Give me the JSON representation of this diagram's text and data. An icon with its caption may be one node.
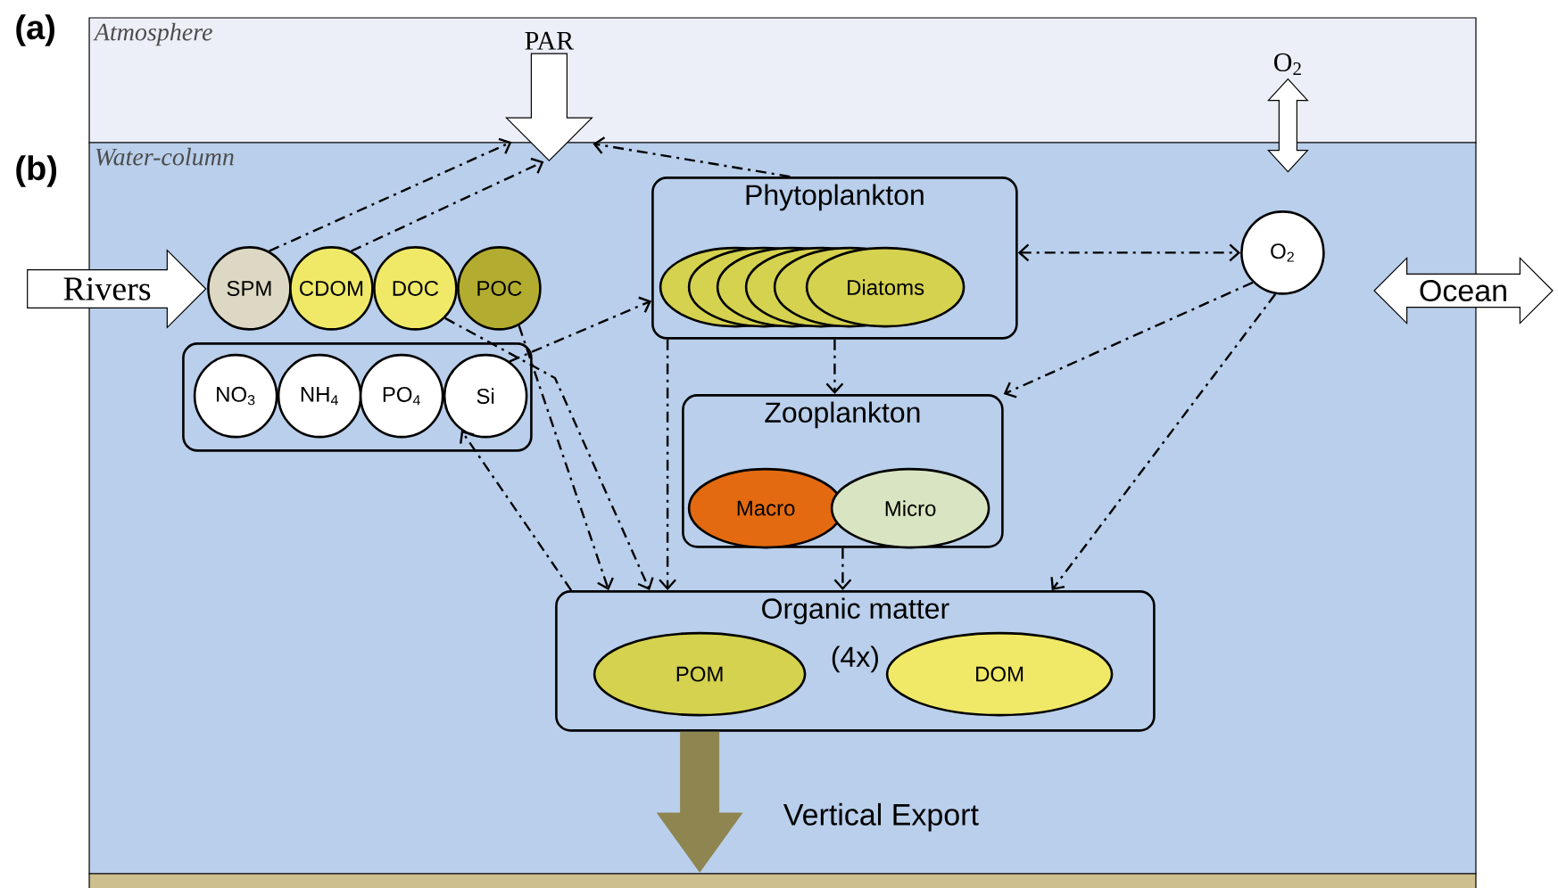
{
  "diagram": {
    "nodes": [
      {
        "text": [
          "*Atmosphere*"
        ]
      },
      {
        "text": [
          "*Water-column*"
        ]
      },
      {
        "text": [
          "PAR"
        ],
        "in": 0
      },
      {
        "text": [
          "O$_{2}$"
        ],
        "in": 0
      },
      {
        "text": [
          "Rivers"
        ]
      },
      {
        "text": [
          "SPM"
        ],
        "in": 1
      },
      {
        "text": [
          "CDOM"
        ],
        "in": 1
      },
      {
        "text": [
          "DOC"
        ],
        "in": 1
      },
      {
        "text": [
          "POC"
        ],
        "in": 1
      },
      {
        "text": [],
        "shape": "box",
        "in": 1
      },
      {
        "text": [
          "NO$_{3}$"
        ],
        "in": 9
      },
      {
        "text": [
          "NH$_{4}$"
        ],
        "in": 9
      },
      {
        "text": [
          "PO$_{4}$"
        ],
        "in": 9
      },
      {
        "text": [
          "Si"
        ],
        "in": 9
      },
      {
        "text": [
          "Phytoplankton"
        ],
        "in": 1
      },
      {
        "text": [
          "Diatoms"
        ],
        "in": 14
      },
      {
        "text": [
          "O$_{2}$"
        ],
        "in": 1
      },
      {
        "text": [
          "Ocean"
        ]
      },
      {
        "text": [
          "Zooplankton"
        ],
        "in": 1
      },
      {
        "text": [
          "Macro"
        ],
        "in": 18
      },
      {
        "text": [
          "Micro"
        ],
        "in": 18
      },
      {
        "text": [
          "Organic matter",
          "(4x)"
        ],
        "in": 1
      },
      {
        "text": [
          "POM"
        ],
        "in": 21
      },
      {
        "text": [
          "DOM"
        ],
        "in": 21
      },
      {
        "text": [],
        "shape": "box"
      }
    ],
    "edges": [
      {
        "from": 5,
        "to": 2,
        "arrow": "to",
        "style": "dashed"
      },
      {
        "from": 6,
        "to": 2,
        "arrow": "to",
        "style": "dashed"
      },
      {
        "from": 14,
        "to": 2,
        "arrow": "to",
        "style": "dashed"
      },
      {
        "from": 13,
        "to": 14,
        "arrow": "to",
        "style": "dashed"
      },
      {
        "from": 14,
        "to": 16,
        "arrow": "both",
        "style": "dashed"
      },
      {
        "from": 14,
        "to": 18,
        "arrow": "to",
        "style": "dashed"
      },
      {
        "from": 16,
        "to": 18,
        "arrow": "to",
        "style": "dashed"
      },
      {
        "from": 16,
        "to": 21,
        "arrow": "to",
        "style": "dashed"
      },
      {
        "from": 18,
        "to": 21,
        "arrow": "to",
        "style": "dashed"
      },
      {
        "from": 14,
        "to": 21,
        "arrow": "to",
        "style": "dashed"
      },
      {
        "from": 8,
        "to": 21,
        "arrow": "to",
        "style": "dashed"
      },
      {
        "from": 7,
        "to": 21,
        "arrow": "to",
        "style": "dashed"
      },
      {
        "from": 21,
        "to": 13,
        "arrow": "to",
        "style": "dashed"
      },
      {
        "from": 21,
        "to": 24,
        "arrow": "to",
        "label": "Vertical Export",
        "style": "thick",
        "color": "#8e8550"
      }
    ],
    "labels": [
      "(a)",
      "(b)"
    ]
  }
}
